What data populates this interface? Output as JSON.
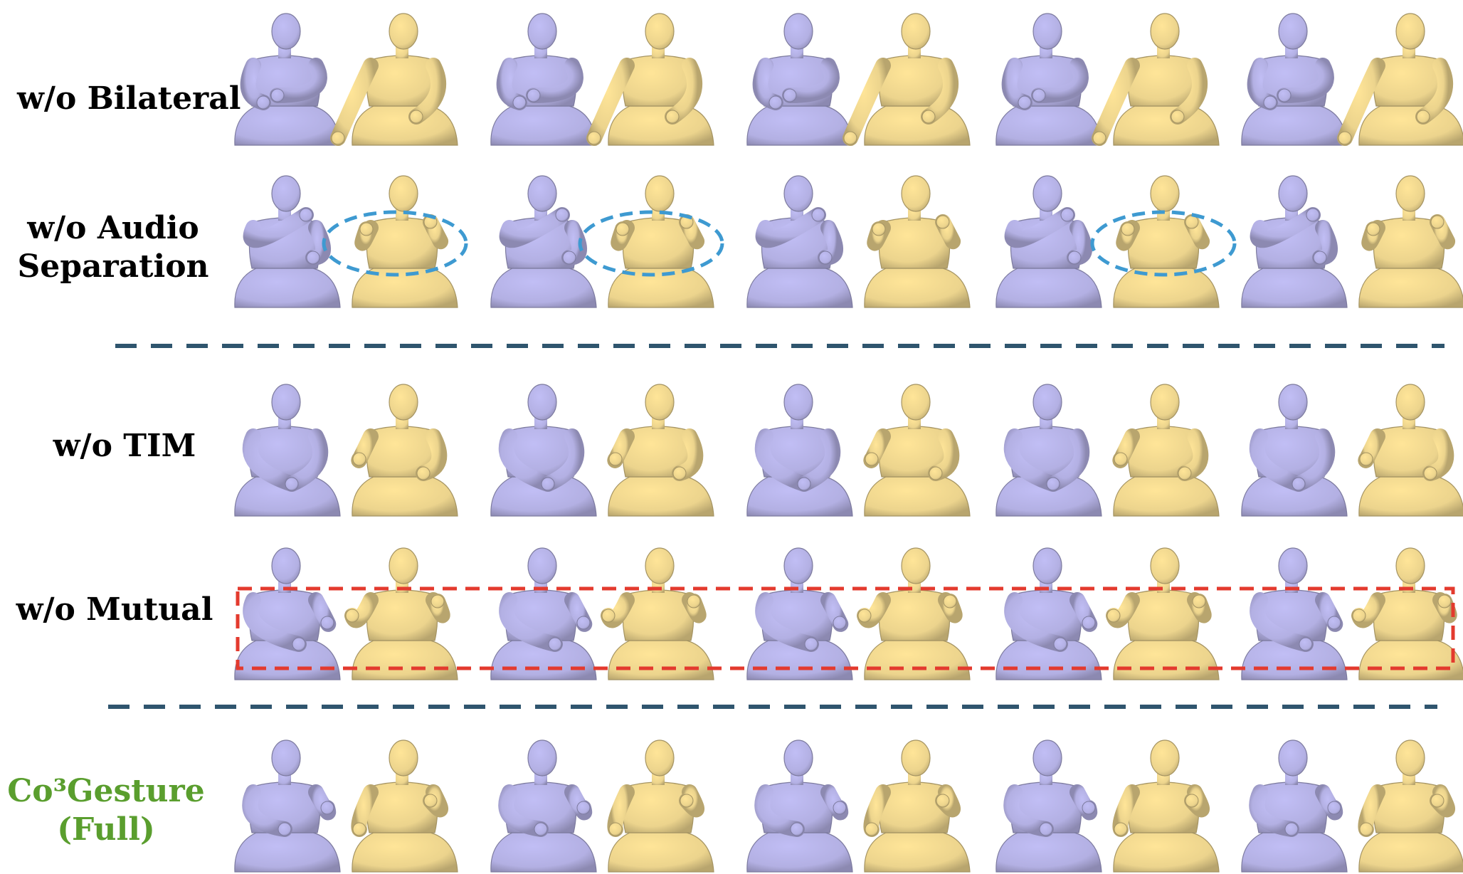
{
  "figure": {
    "colors": {
      "speaker_a": "#b3b0e3",
      "speaker_b": "#ecd48d",
      "highlight_circle": "#3e9ad1",
      "highlight_box": "#e33a2e",
      "separator": "#2f556e",
      "full_label": "#5a9e2e"
    },
    "rows": [
      {
        "label_lines": [
          "w/o Bilateral"
        ],
        "highlight": "none"
      },
      {
        "label_lines": [
          "w/o Audio",
          "Separation"
        ],
        "highlight": "circles",
        "circled_pairs": [
          0,
          1,
          3
        ]
      },
      {
        "label_lines": [
          "w/o TIM"
        ],
        "highlight": "none"
      },
      {
        "label_lines": [
          "w/o Mutual"
        ],
        "highlight": "box"
      },
      {
        "label_lines": [
          "Co³Gesture",
          "(Full)"
        ],
        "highlight": "none",
        "is_full_model": true
      }
    ],
    "pairs_per_row": 5
  }
}
